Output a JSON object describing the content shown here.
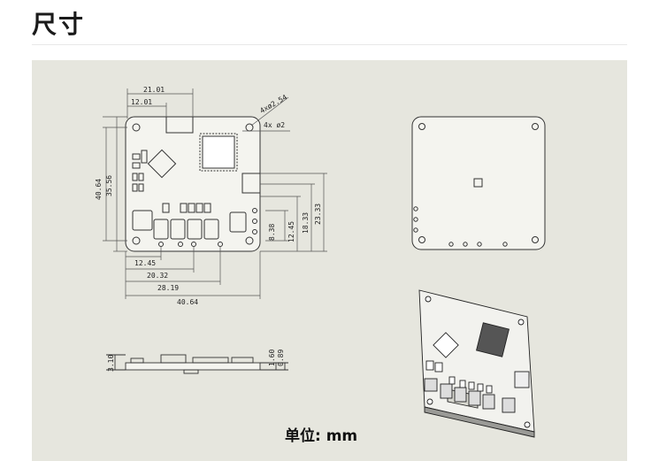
{
  "heading": "尺寸",
  "top_view": {
    "dims_horizontal_top": [
      "21.01",
      "12.01"
    ],
    "hole_callouts": [
      "4xø2.54",
      "4x ø2"
    ],
    "dims_vertical_left": [
      "40.64",
      "35.56"
    ],
    "dims_vertical_right": [
      "8.38",
      "12.45",
      "18.33",
      "23.33"
    ],
    "dims_horizontal_bottom": [
      "12.45",
      "20.32",
      "28.19",
      "40.64"
    ]
  },
  "side_view": {
    "dims_left": [
      "3.10"
    ],
    "dims_right": [
      "1.60",
      "0.89"
    ]
  },
  "unit_label": "单位:  mm"
}
